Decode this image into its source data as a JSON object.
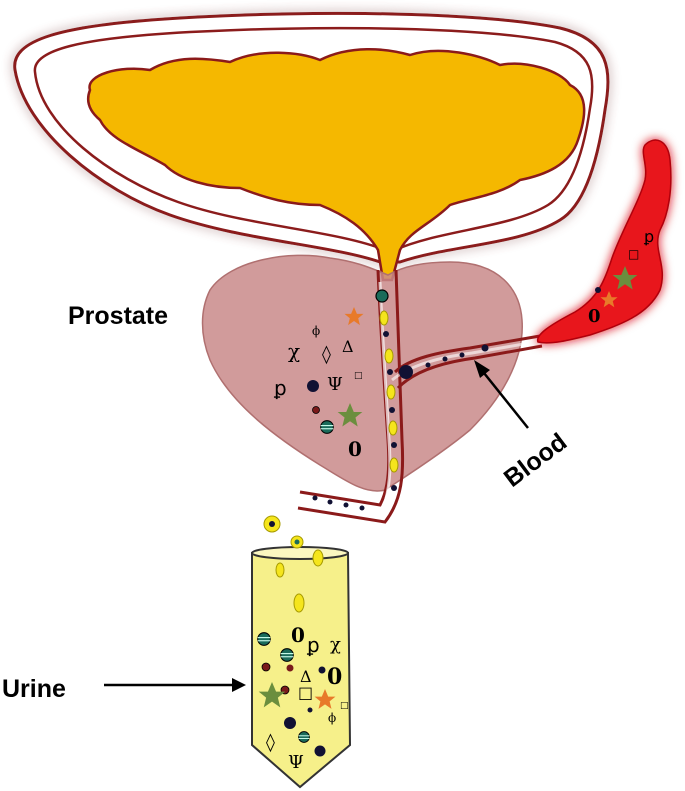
{
  "labels": {
    "prostate": "Prostate",
    "blood": "Blood",
    "urine": "Urine"
  },
  "colors": {
    "bladder_wall": "#8b1a1a",
    "bladder_fill": "#f5b800",
    "prostate_fill": "#c98a8a",
    "blood": "#e8141a",
    "urine_tube": "#f6f08a",
    "star_green": "#6b8e3e",
    "star_orange": "#e87a2a",
    "marker_yellow": "#f5e51c",
    "marker_dark": "#111133",
    "marker_red": "#7a1a1a",
    "marker_teal": "#1a6b5a"
  },
  "symbols": {
    "chi": "χ",
    "phi": "ϕ",
    "delta": "Δ",
    "diamond": "◊",
    "psi": "Ψ",
    "square": "□",
    "p_glyph": "ꝑ",
    "zero": "0"
  }
}
